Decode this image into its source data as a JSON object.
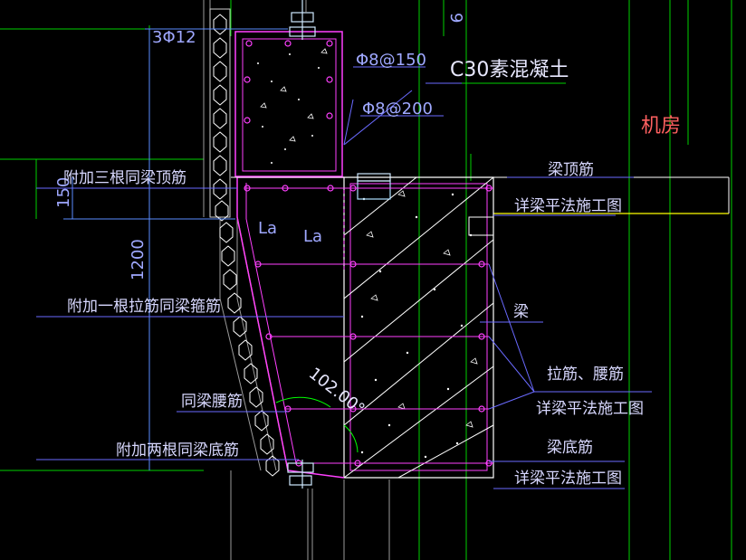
{
  "title": {
    "text": "C30素混凝土"
  },
  "room_label": {
    "text": "机房"
  },
  "dimensions": {
    "top_bars": "3Φ12",
    "stirrup_150": "Φ8@150",
    "stirrup_200": "Φ8@200",
    "dim_150": "150",
    "dim_1200": "1200",
    "angle": "102.00°",
    "tick": "9"
  },
  "embed_labels": {
    "la_1": "La",
    "la_2": "La"
  },
  "left_notes": {
    "top_bars_note": "附加三根同梁顶筋",
    "tie_bar_note": "附加一根拉筋同梁箍筋",
    "waist_bar_note": "同梁腰筋",
    "bottom_bars_note": "附加两根同梁底筋"
  },
  "right_notes": {
    "beam_top_bar": "梁顶筋",
    "beam_top_ref": "详梁平法施工图",
    "beam": "梁",
    "tie_waist_bar": "拉筋、腰筋",
    "tie_waist_ref": "详梁平法施工图",
    "beam_bottom_bar": "梁底筋",
    "beam_bottom_ref": "详梁平法施工图"
  },
  "colors": {
    "background": "#000000",
    "concrete_outline": "#ff40ff",
    "rebar": "#ff40ff",
    "leader": "#5a5aff",
    "grid": "#00ff00",
    "insulation": "#ffffff",
    "room_text": "#ff6060",
    "yellow_line": "#ffff00"
  }
}
